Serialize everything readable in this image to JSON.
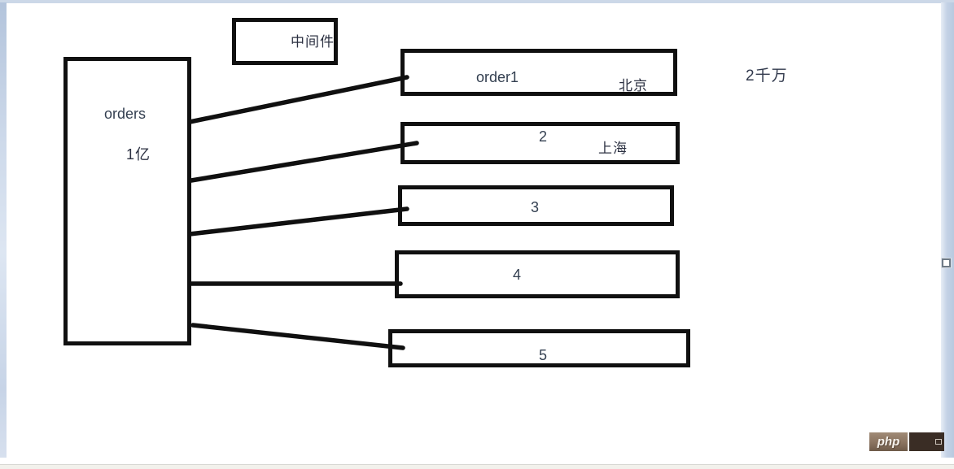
{
  "window": {
    "watermark": {
      "brand": "php"
    }
  },
  "diagram": {
    "source": {
      "title": "orders",
      "volume": "1亿"
    },
    "middleware": {
      "label": "中间件"
    },
    "note": "2千万",
    "shards": [
      {
        "label": "order1",
        "region": "北京"
      },
      {
        "label": "2",
        "region": "上海"
      },
      {
        "label": "3",
        "region": ""
      },
      {
        "label": "4",
        "region": ""
      },
      {
        "label": "5",
        "region": ""
      }
    ],
    "edges": [
      {
        "from": "orders",
        "to": "order1"
      },
      {
        "from": "orders",
        "to": "2"
      },
      {
        "from": "orders",
        "to": "3"
      },
      {
        "from": "orders",
        "to": "4"
      },
      {
        "from": "orders",
        "to": "5"
      }
    ],
    "colors": {
      "stroke": "#101010",
      "latin_text": "#333f50",
      "cjk_text": "#2c3142",
      "chrome_blue": "#c4d2e6"
    }
  }
}
